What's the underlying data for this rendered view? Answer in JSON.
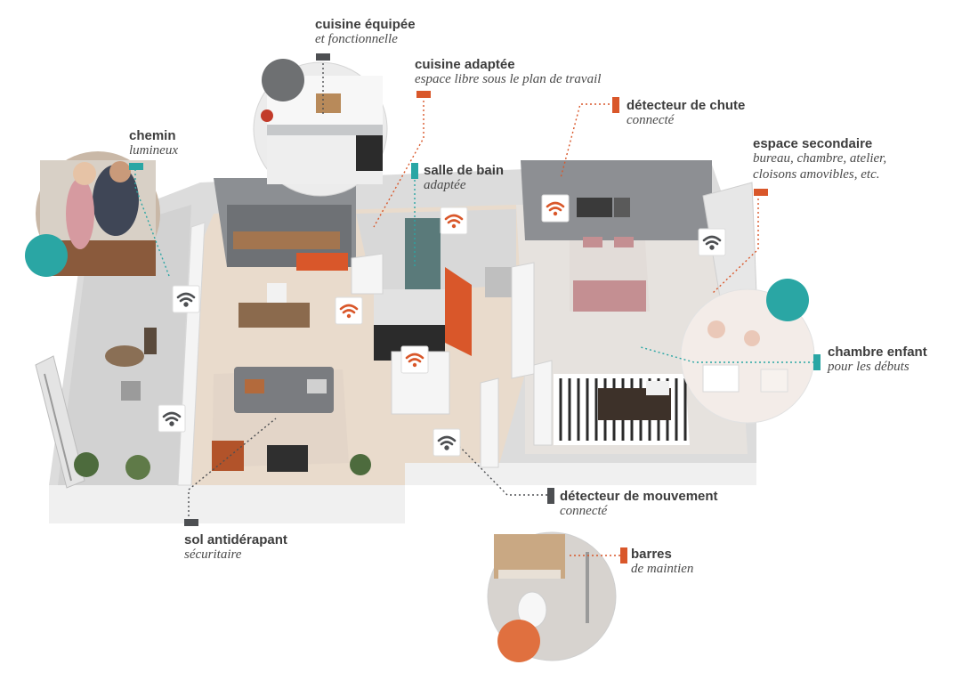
{
  "colors": {
    "orange": "#d9572a",
    "teal": "#2aa6a4",
    "gray": "#4d4f52",
    "floor": "#e8ddd2",
    "wall": "#eeeeee"
  },
  "labels": {
    "cuisine_equipee": {
      "title": "cuisine équipée",
      "sub": "et fonctionnelle",
      "marker": "gray"
    },
    "cuisine_adaptee": {
      "title": "cuisine adaptée",
      "sub": "espace libre sous le plan de travail",
      "marker": "orange"
    },
    "detecteur_chute": {
      "title": "détecteur de chute",
      "sub": "connecté",
      "marker": "orange"
    },
    "chemin_lumineux": {
      "title": "chemin",
      "sub": "lumineux",
      "marker": "teal"
    },
    "salle_de_bain": {
      "title": "salle de bain",
      "sub": "adaptée",
      "marker": "teal"
    },
    "espace_secondaire": {
      "title": "espace secondaire",
      "sub": "bureau, chambre, atelier,",
      "sub2": "cloisons amovibles, etc.",
      "marker": "orange"
    },
    "chambre_enfant": {
      "title": "chambre enfant",
      "sub": "pour les débuts",
      "marker": "teal"
    },
    "detecteur_mouvement": {
      "title": "détecteur de mouvement",
      "sub": "connecté",
      "marker": "gray"
    },
    "sol_antiderapant": {
      "title": "sol antidérapant",
      "sub": "sécuritaire",
      "marker": "gray"
    },
    "barres_maintien": {
      "title": "barres",
      "sub": "de maintien",
      "marker": "orange"
    }
  },
  "wifi_sensors": [
    {
      "name": "sensor-living-top",
      "color": "gray"
    },
    {
      "name": "sensor-living-bottom",
      "color": "gray"
    },
    {
      "name": "sensor-entry",
      "color": "gray"
    },
    {
      "name": "sensor-bedroom-right",
      "color": "gray"
    },
    {
      "name": "sensor-kitchen",
      "color": "orange"
    },
    {
      "name": "sensor-hall",
      "color": "orange"
    },
    {
      "name": "sensor-bathroom",
      "color": "orange"
    },
    {
      "name": "sensor-bedroom-wall",
      "color": "orange"
    }
  ]
}
